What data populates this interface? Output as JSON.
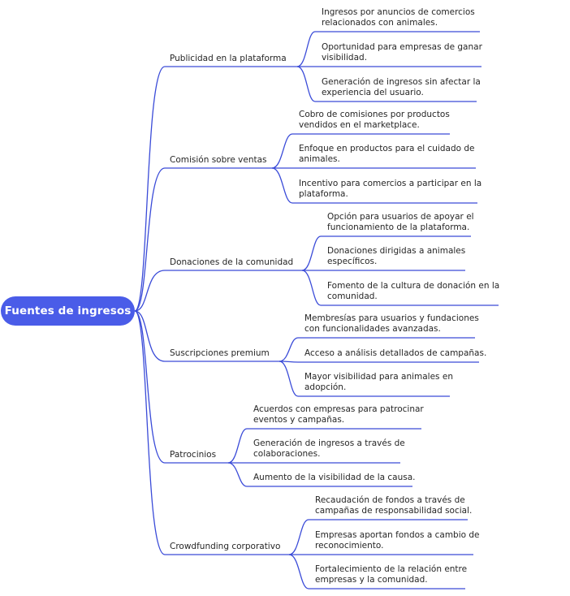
{
  "colors": {
    "accent": "#4a5ce8",
    "line": "#3a4bd8",
    "text": "#262626"
  },
  "root": {
    "label": "Fuentes de ingresos"
  },
  "branches": [
    {
      "label": "Publicidad en la plataforma",
      "leaves": [
        [
          "Ingresos por anuncios de comercios",
          "relacionados con animales."
        ],
        [
          "Oportunidad para empresas de ganar",
          "visibilidad."
        ],
        [
          "Generación de ingresos sin afectar la",
          "experiencia del usuario."
        ]
      ]
    },
    {
      "label": "Comisión sobre ventas",
      "leaves": [
        [
          "Cobro de comisiones por productos",
          "vendidos en el marketplace."
        ],
        [
          "Enfoque en productos para el cuidado de",
          "animales."
        ],
        [
          "Incentivo para comercios a participar en la",
          "plataforma."
        ]
      ]
    },
    {
      "label": "Donaciones de la comunidad",
      "leaves": [
        [
          "Opción para usuarios de apoyar el",
          "funcionamiento de la plataforma."
        ],
        [
          "Donaciones dirigidas a animales",
          "específicos."
        ],
        [
          "Fomento de la cultura de donación en la",
          "comunidad."
        ]
      ]
    },
    {
      "label": "Suscripciones premium",
      "leaves": [
        [
          "Membresías para usuarios y fundaciones",
          "con funcionalidades avanzadas."
        ],
        [
          "Acceso a análisis detallados de campañas."
        ],
        [
          "Mayor visibilidad para animales en",
          "adopción."
        ]
      ]
    },
    {
      "label": "Patrocinios",
      "leaves": [
        [
          "Acuerdos con empresas para patrocinar",
          "eventos y campañas."
        ],
        [
          "Generación de ingresos a través de",
          "colaboraciones."
        ],
        [
          "Aumento de la visibilidad de la causa."
        ]
      ]
    },
    {
      "label": "Crowdfunding corporativo",
      "leaves": [
        [
          "Recaudación de fondos a través de",
          "campañas de responsabilidad social."
        ],
        [
          "Empresas aportan fondos a cambio de",
          "reconocimiento."
        ],
        [
          "Fortalecimiento de la relación entre",
          "empresas y la comunidad."
        ]
      ]
    }
  ]
}
